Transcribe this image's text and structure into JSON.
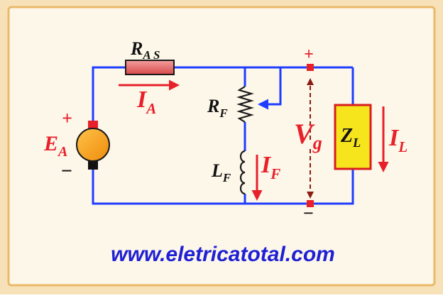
{
  "colors": {
    "frame_outer": "#f7e1b8",
    "frame_fill": "#fdf7e9",
    "frame_border": "#e9b968",
    "wire": "#1f3cff",
    "red": "#e8202a",
    "dark_red": "#8b1d12",
    "motor": "#f7a21b",
    "load_fill": "#f6e41d",
    "load_border": "#d81e1e",
    "resistor_fill": "#e86a6a",
    "text_blue": "#1f1fd6"
  },
  "labels": {
    "ras_main": "R",
    "ras_sub": "A S",
    "ia_main": "I",
    "ia_sub": "A",
    "rf_main": "R",
    "rf_sub": "F",
    "lf_main": "L",
    "lf_sub": "F",
    "if_main": "I",
    "if_sub": "F",
    "ea_main": "E",
    "ea_sub": "A",
    "vg_main": "V",
    "vg_sub": "g",
    "zl_main": "Z",
    "zl_sub": "L",
    "il_main": "I",
    "il_sub": "L",
    "plus": "+",
    "minus": "−"
  },
  "website": "www.eletricatotal.com",
  "icons": [
    "dc-generator-icon",
    "resistor-icon",
    "rheostat-icon",
    "inductor-icon",
    "load-impedance-icon"
  ]
}
